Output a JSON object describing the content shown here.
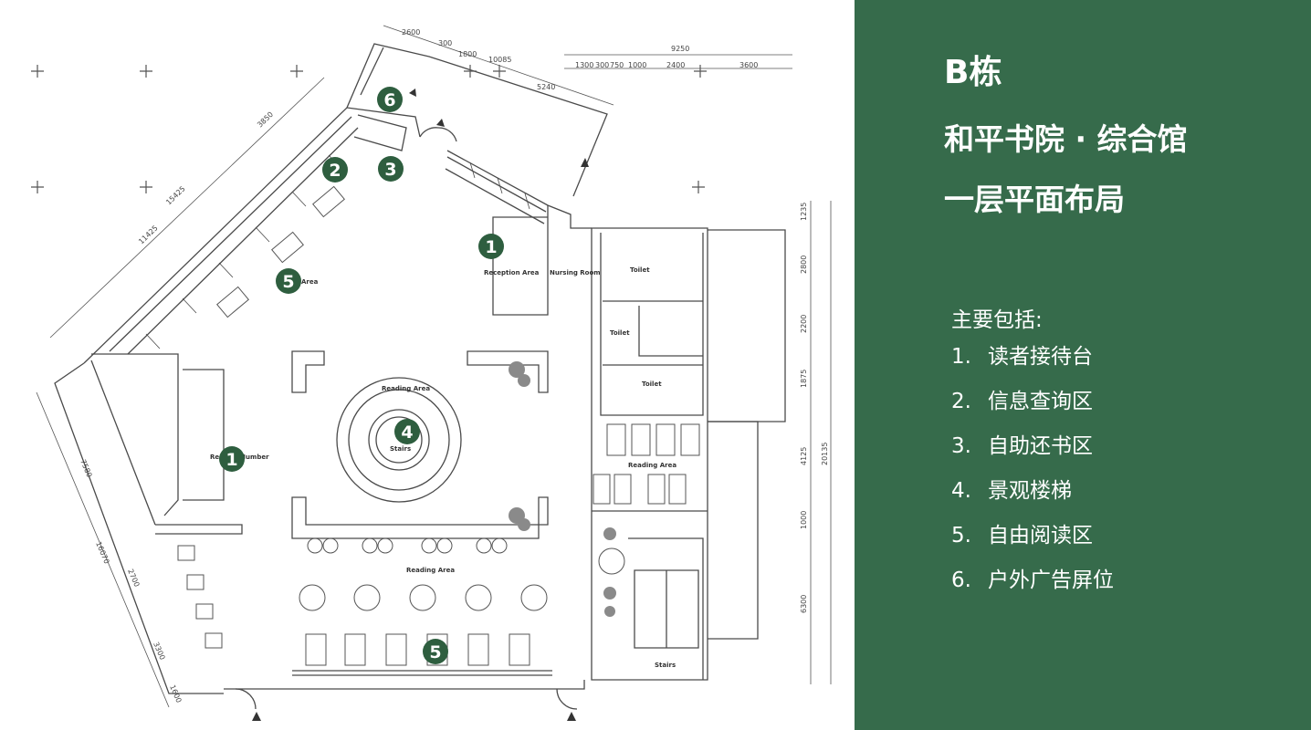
{
  "panel": {
    "building": "B栋",
    "title_line1": "和平书院 · 综合馆",
    "title_line2": "一层平面布局",
    "legend_heading": "主要包括:",
    "legend_items": [
      {
        "num": "1.",
        "label": "读者接待台"
      },
      {
        "num": "2.",
        "label": "信息查询区"
      },
      {
        "num": "3.",
        "label": "自助还书区"
      },
      {
        "num": "4.",
        "label": "景观楼梯"
      },
      {
        "num": "5.",
        "label": "自由阅读区"
      },
      {
        "num": "6.",
        "label": "户外广告屏位"
      }
    ]
  },
  "plan": {
    "markers": [
      "1",
      "1",
      "2",
      "3",
      "4",
      "5",
      "5",
      "6"
    ],
    "room_labels": {
      "reception": "Reception Area",
      "nursing": "Nursing Room",
      "toilet_a": "Toilet",
      "toilet_b": "Toilet",
      "toilet_c": "Toilet",
      "reading_center": "Reading Area",
      "reading_right": "Reading Area",
      "reading_bottom": "Reading Area",
      "stairs_center": "Stairs",
      "stairs_right": "Stairs",
      "receive_number": "Receive Number",
      "area": "Area"
    },
    "dimensions": {
      "top": [
        "2600",
        "300",
        "1800",
        "10085",
        "5240"
      ],
      "top_right": [
        "9250",
        "1300",
        "300",
        "750",
        "1000",
        "2400",
        "3600"
      ],
      "left_upper": [
        "3850",
        "15425",
        "11425"
      ],
      "left_lower": [
        "7580",
        "16070",
        "2700",
        "3300",
        "1600"
      ],
      "right": [
        "1235",
        "2800",
        "2200",
        "1875",
        "4125",
        "1000",
        "6300",
        "20135"
      ]
    },
    "colors": {
      "marker": "#2e5e3f",
      "panel": "#366b4b",
      "line": "#4a4a4a"
    }
  }
}
